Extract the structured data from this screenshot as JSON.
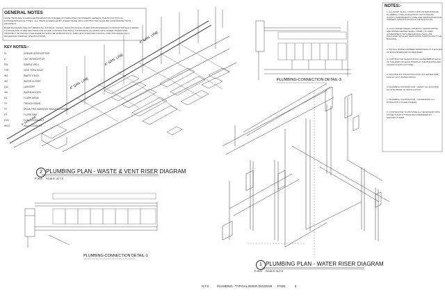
{
  "general_notes": {
    "title": "GENERAL NOTES",
    "lines": [
      "SOME ITEMS ARE SCHEDULED INFORMATION IS BASED ON TABULATED OR OWNERS' GENERAL PLANS FOR TYPICAL",
      "FIXTURE/APPLIANCE TYPES - ALL ITEMS SCHEDULED BY OTHER TRADE WITH CONTRACTOR SHALL BE COORDINATED WITH",
      "ARCHITECT.",
      "RISER DIAGRAMS ARE NOT DRAWN ALL FITTINGS, VALVES, INSULATION AND OTHER APPURTENANCES CONTRACTOR SHALL REFER",
      "TO PLANS AND OTHER SECTIONS FOR SCOPE. CONTRACTOR SHALL COORDINATE ALL WORK WITH OTHER TRADES AND",
      "ARCHITECT OR PROJECT MANAGER OR SHALL BE SUBSTANTIALLY SIMILAR IN FORM AND LOGICAL FUNCTION ESPECIALLY",
      "REGARDING COMPLEX SPECIFICATIONS."
    ]
  },
  "key_notes": {
    "title": "KEY NOTES:-",
    "items": [
      {
        "code": "GI",
        "label": "GREASE INTERCEPTOR"
      },
      {
        "code": "LI",
        "label": "LINT INTERCEPTOR"
      },
      {
        "code": "SW",
        "label": "SAMPLE WELL"
      },
      {
        "code": "VTR",
        "label": "VENT THRU ROOF"
      },
      {
        "code": "WS",
        "label": "WASTE STACK"
      },
      {
        "code": "WC",
        "label": "WATER CLOSET"
      },
      {
        "code": "LAV",
        "label": "LAVATORY"
      },
      {
        "code": "WH",
        "label": "WATER HEATER"
      },
      {
        "code": "FD",
        "label": "FLOOR DRAIN"
      },
      {
        "code": "TP",
        "label": "TRENCH DRAIN"
      },
      {
        "code": "TP",
        "label": "DRAIN TRIG.WAVE(SEE MANUFACTURER)"
      },
      {
        "code": "FS",
        "label": "FLOOR SINK"
      },
      {
        "code": "FCO",
        "label": "FLOOR CLEANOUT"
      },
      {
        "code": "WCO",
        "label": "WALL CLEANOUT"
      }
    ]
  },
  "notes": {
    "title": "NOTES:-",
    "items": [
      "1.  ALL WORK SHALL COMPLY WITH INTERNATIONAL PLUMBING CODE 2018 EDITION, WITH INDIANA COUNTY AMENDMENTS CODE AND ORDINANCES AND OWNER'S SPECIFICATIONS & INSTRUCTIONS.",
      "2.  COLD WATER PIPING, DOMESTIC WATER PIPING AND WATER HEATER SHALL COMPLY TO NEW GOVERNMENT WITH MECHANICAL SHALL BE INSULATED WITH 1/2\" INSULATION THROUGHOUT THE BUILDING.",
      "3.  INSTALL WATER HAMMER ARRESTERS AT THE ENDS OF EACH RISER AND AS REQUIRED.",
      "4.  CONTRACTOR SHALL INSTALL HOSE BIBB AT EACH OF THE ENDS OF EACH PUMPS IN THE BUILDING AND VALVES AT EACH FIXTURE.",
      "5.  PROVIDE 3/4\" INSULATION FOR HOT WATER PIPE FOR ALL HOT WATER PIPING.",
      "6.  PLUMBING CONTRACTOR - VERIFY ALL ROUTING ON SITE PRIOR TO INSTALLATION.",
      "7.  PLUMBING CONTRACTOR - COORDINATE ALL PIPING WITH OTHER TRADES.",
      "8.  CONTRACTOR TO PROVIDE ALL NECESSARY PIPE OFFSETS AND FITTINGS RECOMMENDED BY MANUFACTURER."
    ]
  },
  "diagram1": {
    "number": "2",
    "sheet_ref": "P-505",
    "title": "PLUMBING PLAN - WASTE & VENT RISER DIAGRAM",
    "scale": "SCALE: N.T.S"
  },
  "diagram2": {
    "number": "1",
    "sheet_ref": "P-505",
    "title": "PLUMBING PLAN - WATER RISER DIAGRAM",
    "scale": "SCALE: N.T.S"
  },
  "detail1": {
    "caption": "PLUMBING-CONNECTION  DETAIL-1"
  },
  "detail3": {
    "caption": "PLUMBING-CONNECTION  DETAIL-3"
  },
  "pipe_labels": [
    "4\" SAN. LINE",
    "4\" SAN. LINE",
    "4\" SAN. LINE",
    "4\" SAN. LINE"
  ],
  "title_block": {
    "scale": "N.T.S",
    "title": "PLUMBING - TYPICAL RISER DIAGRAM",
    "sheet": "P-505",
    "rev": "8"
  },
  "colors": {
    "ink": "#222222",
    "paper": "#ffffff"
  }
}
